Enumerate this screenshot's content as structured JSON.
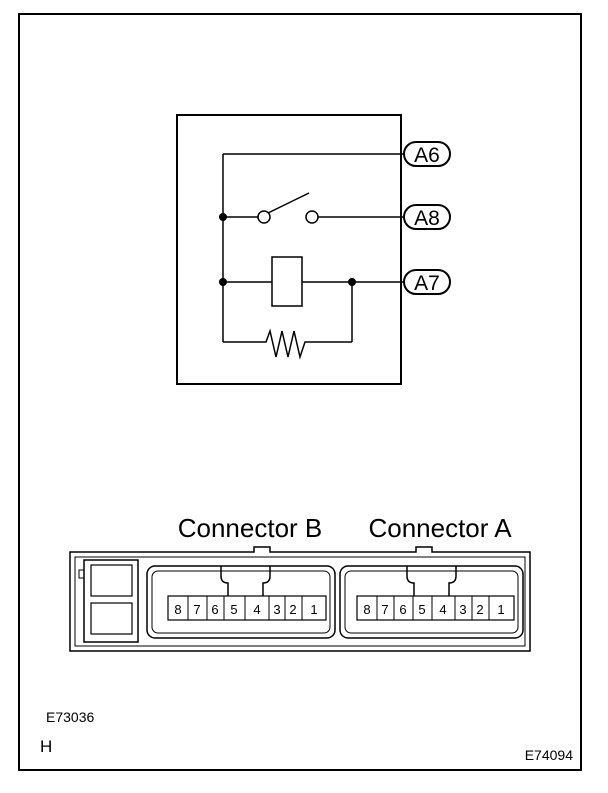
{
  "schematic": {
    "terminals": [
      {
        "id": "a6",
        "label": "A6"
      },
      {
        "id": "a8",
        "label": "A8"
      },
      {
        "id": "a7",
        "label": "A7"
      }
    ]
  },
  "connectors": [
    {
      "id": "b",
      "title": "Connector B",
      "pins": [
        "8",
        "7",
        "6",
        "5",
        "4",
        "3",
        "2",
        "1"
      ]
    },
    {
      "id": "a",
      "title": "Connector A",
      "pins": [
        "8",
        "7",
        "6",
        "5",
        "4",
        "3",
        "2",
        "1"
      ]
    }
  ],
  "refs": {
    "figure_code": "E73036",
    "letter": "H",
    "page_code": "E74094"
  }
}
